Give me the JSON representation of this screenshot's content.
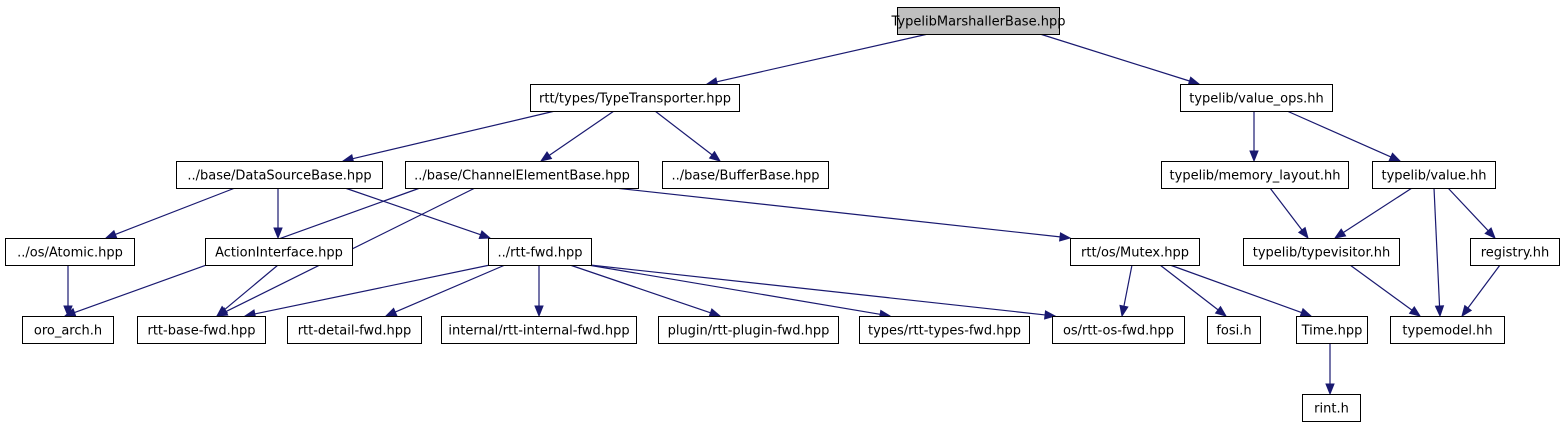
{
  "diagram": {
    "root": "TypelibMarshallerBase.hpp",
    "colors": {
      "edge": "#191970",
      "root_fill": "#bfbfbf",
      "node_fill": "#ffffff",
      "border": "#000000"
    },
    "nodes": [
      {
        "id": "root",
        "label": "TypelibMarshallerBase.hpp",
        "highlight": true
      },
      {
        "id": "transporter",
        "label": "rtt/types/TypeTransporter.hpp"
      },
      {
        "id": "value_ops",
        "label": "typelib/value_ops.hh"
      },
      {
        "id": "datasource",
        "label": "../base/DataSourceBase.hpp"
      },
      {
        "id": "channel",
        "label": "../base/ChannelElementBase.hpp"
      },
      {
        "id": "buffer",
        "label": "../base/BufferBase.hpp"
      },
      {
        "id": "memory_layout",
        "label": "typelib/memory_layout.hh"
      },
      {
        "id": "value",
        "label": "typelib/value.hh"
      },
      {
        "id": "atomic",
        "label": "../os/Atomic.hpp"
      },
      {
        "id": "action",
        "label": "ActionInterface.hpp"
      },
      {
        "id": "rttfwd",
        "label": "../rtt-fwd.hpp"
      },
      {
        "id": "mutex",
        "label": "rtt/os/Mutex.hpp"
      },
      {
        "id": "typevisitor",
        "label": "typelib/typevisitor.hh"
      },
      {
        "id": "registry",
        "label": "registry.hh"
      },
      {
        "id": "oro_arch",
        "label": "oro_arch.h"
      },
      {
        "id": "base_fwd",
        "label": "rtt-base-fwd.hpp"
      },
      {
        "id": "detail_fwd",
        "label": "rtt-detail-fwd.hpp"
      },
      {
        "id": "internal_fwd",
        "label": "internal/rtt-internal-fwd.hpp"
      },
      {
        "id": "plugin_fwd",
        "label": "plugin/rtt-plugin-fwd.hpp"
      },
      {
        "id": "types_fwd",
        "label": "types/rtt-types-fwd.hpp"
      },
      {
        "id": "os_fwd",
        "label": "os/rtt-os-fwd.hpp"
      },
      {
        "id": "fosi",
        "label": "fosi.h"
      },
      {
        "id": "time",
        "label": "Time.hpp"
      },
      {
        "id": "typemodel",
        "label": "typemodel.hh"
      },
      {
        "id": "rint",
        "label": "rint.h"
      }
    ],
    "edges": [
      {
        "from": "root",
        "to": "transporter"
      },
      {
        "from": "root",
        "to": "value_ops"
      },
      {
        "from": "transporter",
        "to": "datasource"
      },
      {
        "from": "transporter",
        "to": "channel"
      },
      {
        "from": "transporter",
        "to": "buffer"
      },
      {
        "from": "value_ops",
        "to": "memory_layout"
      },
      {
        "from": "value_ops",
        "to": "value"
      },
      {
        "from": "datasource",
        "to": "atomic"
      },
      {
        "from": "datasource",
        "to": "action"
      },
      {
        "from": "datasource",
        "to": "rttfwd"
      },
      {
        "from": "channel",
        "to": "oro_arch"
      },
      {
        "from": "channel",
        "to": "base_fwd"
      },
      {
        "from": "channel",
        "to": "mutex"
      },
      {
        "from": "atomic",
        "to": "oro_arch"
      },
      {
        "from": "action",
        "to": "base_fwd"
      },
      {
        "from": "rttfwd",
        "to": "base_fwd"
      },
      {
        "from": "rttfwd",
        "to": "detail_fwd"
      },
      {
        "from": "rttfwd",
        "to": "internal_fwd"
      },
      {
        "from": "rttfwd",
        "to": "plugin_fwd"
      },
      {
        "from": "rttfwd",
        "to": "types_fwd"
      },
      {
        "from": "rttfwd",
        "to": "os_fwd"
      },
      {
        "from": "mutex",
        "to": "os_fwd"
      },
      {
        "from": "mutex",
        "to": "fosi"
      },
      {
        "from": "mutex",
        "to": "time"
      },
      {
        "from": "time",
        "to": "rint"
      },
      {
        "from": "memory_layout",
        "to": "typevisitor"
      },
      {
        "from": "value",
        "to": "typevisitor"
      },
      {
        "from": "value",
        "to": "typemodel"
      },
      {
        "from": "value",
        "to": "registry"
      },
      {
        "from": "typevisitor",
        "to": "typemodel"
      },
      {
        "from": "registry",
        "to": "typemodel"
      }
    ]
  }
}
